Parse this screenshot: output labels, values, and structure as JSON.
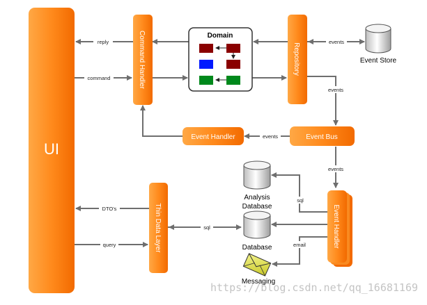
{
  "ui": {
    "label": "UI"
  },
  "components": {
    "command_handler": "Command Handler",
    "repository": "Repository",
    "event_bus": "Event Bus",
    "event_handler_top": "Event Handler",
    "event_handler_right": "Event Handler",
    "thin_data_layer": "Thin Data Layer"
  },
  "domain": {
    "title": "Domain"
  },
  "stores": {
    "event_store": "Event Store",
    "analysis_database_line1": "Analysis",
    "analysis_database_line2": "Database",
    "database": "Database",
    "messaging": "Messaging"
  },
  "edges": {
    "reply": "reply",
    "command": "command",
    "events_repo_store": "events",
    "events_repo_bus": "events",
    "events_bus_handler": "events",
    "events_bus_right": "events",
    "dtos": "DTO's",
    "query": "query",
    "sql_left": "sql",
    "sql_right": "sql",
    "email": "email"
  },
  "watermark": {
    "text": "https://blog.csdn.net/qq_16681169"
  },
  "colors": {
    "orange_light": "#ffa640",
    "orange_dark": "#f36a00",
    "domain_dark_red": "#8a0000",
    "domain_blue": "#0019ff",
    "domain_green": "#00891c",
    "line": "#6e6e6e"
  }
}
